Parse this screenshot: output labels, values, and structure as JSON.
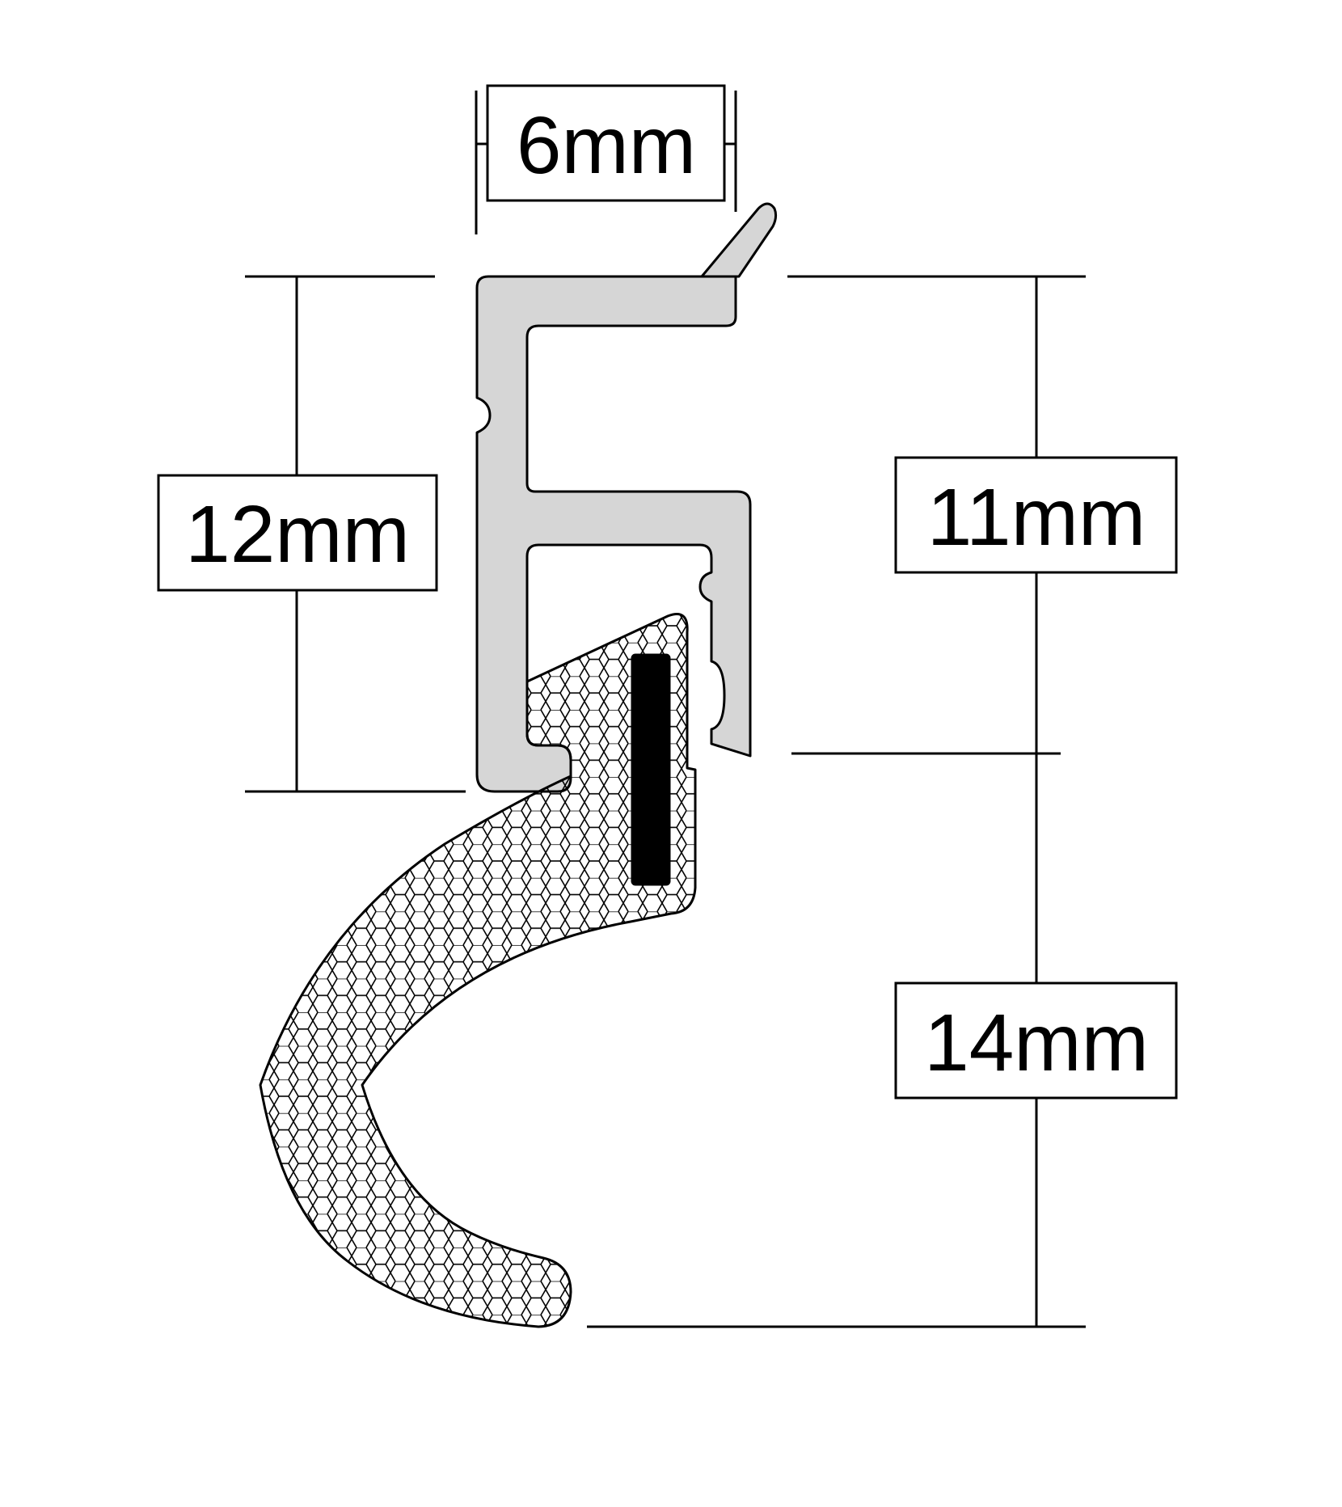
{
  "dimensions": {
    "width_top": "6mm",
    "height_left": "12mm",
    "height_right_upper": "11mm",
    "height_right_lower": "14mm"
  },
  "colors": {
    "aluminium_profile": "#d6d6d6",
    "foam_seal_pattern": "hexagon-mesh",
    "foam_background": "#ffffff",
    "insert_strip": "#000000",
    "line": "#000000"
  }
}
